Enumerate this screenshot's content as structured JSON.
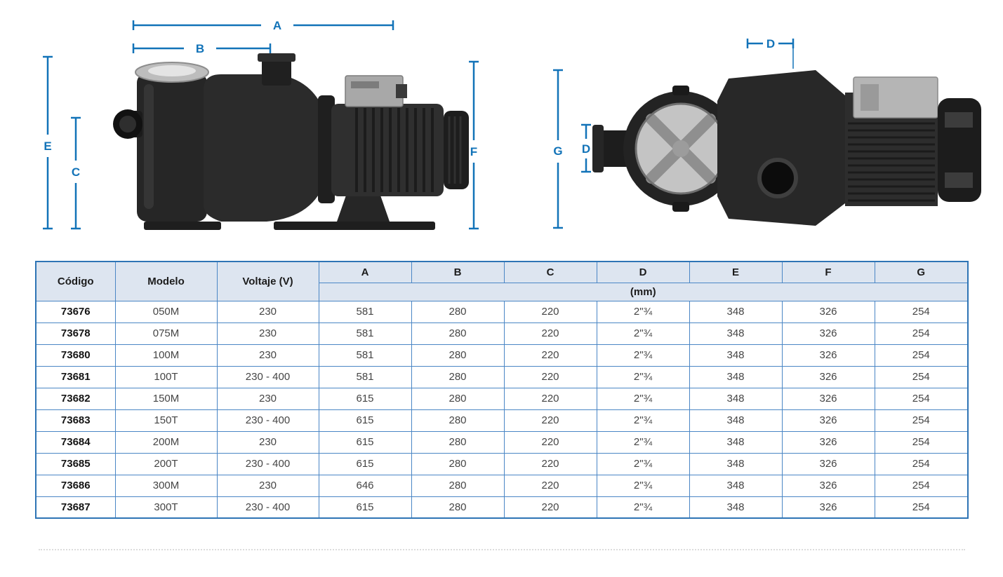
{
  "page": {
    "background": "#ffffff",
    "accent_color": "#1273b8"
  },
  "diagrams": {
    "side_view": {
      "labels": {
        "A": "A",
        "B": "B",
        "C": "C",
        "E": "E",
        "F": "F"
      }
    },
    "top_view": {
      "labels": {
        "D_top": "D",
        "G": "G",
        "D_side": "D"
      }
    }
  },
  "table": {
    "headers": {
      "codigo": "Código",
      "modelo": "Modelo",
      "voltaje": "Voltaje\n(V)",
      "dims": [
        "A",
        "B",
        "C",
        "D",
        "E",
        "F",
        "G"
      ],
      "unit": "(mm)"
    },
    "columns_order": [
      "codigo",
      "modelo",
      "voltaje",
      "A",
      "B",
      "C",
      "D",
      "E",
      "F",
      "G"
    ],
    "rows": [
      {
        "codigo": "73676",
        "modelo": "050M",
        "voltaje": "230",
        "A": "581",
        "B": "280",
        "C": "220",
        "D": "2\"¾",
        "E": "348",
        "F": "326",
        "G": "254"
      },
      {
        "codigo": "73678",
        "modelo": "075M",
        "voltaje": "230",
        "A": "581",
        "B": "280",
        "C": "220",
        "D": "2\"¾",
        "E": "348",
        "F": "326",
        "G": "254"
      },
      {
        "codigo": "73680",
        "modelo": "100M",
        "voltaje": "230",
        "A": "581",
        "B": "280",
        "C": "220",
        "D": "2\"¾",
        "E": "348",
        "F": "326",
        "G": "254"
      },
      {
        "codigo": "73681",
        "modelo": "100T",
        "voltaje": "230 - 400",
        "A": "581",
        "B": "280",
        "C": "220",
        "D": "2\"¾",
        "E": "348",
        "F": "326",
        "G": "254"
      },
      {
        "codigo": "73682",
        "modelo": "150M",
        "voltaje": "230",
        "A": "615",
        "B": "280",
        "C": "220",
        "D": "2\"¾",
        "E": "348",
        "F": "326",
        "G": "254"
      },
      {
        "codigo": "73683",
        "modelo": "150T",
        "voltaje": "230 - 400",
        "A": "615",
        "B": "280",
        "C": "220",
        "D": "2\"¾",
        "E": "348",
        "F": "326",
        "G": "254"
      },
      {
        "codigo": "73684",
        "modelo": "200M",
        "voltaje": "230",
        "A": "615",
        "B": "280",
        "C": "220",
        "D": "2\"¾",
        "E": "348",
        "F": "326",
        "G": "254"
      },
      {
        "codigo": "73685",
        "modelo": "200T",
        "voltaje": "230 - 400",
        "A": "615",
        "B": "280",
        "C": "220",
        "D": "2\"¾",
        "E": "348",
        "F": "326",
        "G": "254"
      },
      {
        "codigo": "73686",
        "modelo": "300M",
        "voltaje": "230",
        "A": "646",
        "B": "280",
        "C": "220",
        "D": "2\"¾",
        "E": "348",
        "F": "326",
        "G": "254"
      },
      {
        "codigo": "73687",
        "modelo": "300T",
        "voltaje": "230 - 400",
        "A": "615",
        "B": "280",
        "C": "220",
        "D": "2\"¾",
        "E": "348",
        "F": "326",
        "G": "254"
      }
    ]
  }
}
